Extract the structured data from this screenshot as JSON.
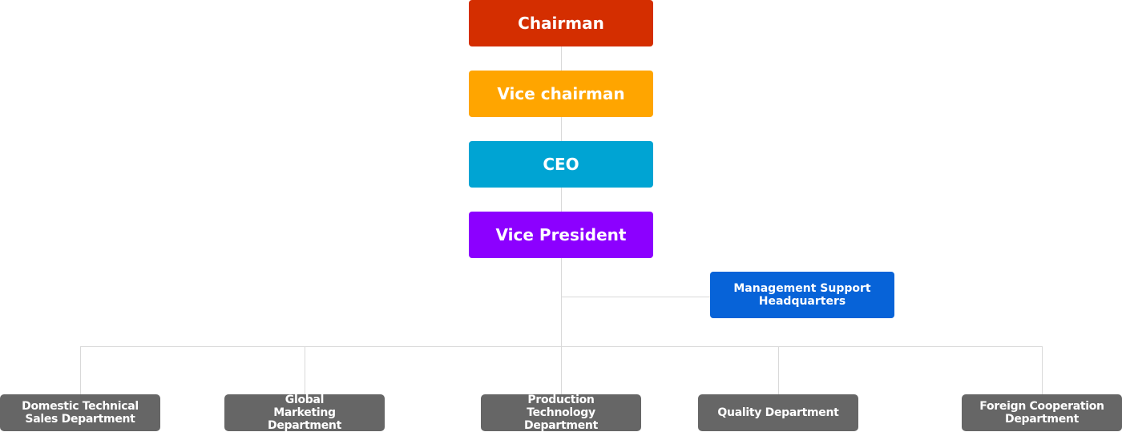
{
  "colors": {
    "chairman": "#d42e00",
    "vice_chairman": "#ffa500",
    "ceo": "#00a4d3",
    "vice_president": "#8c00ff",
    "management_support": "#0763d8",
    "department": "#666666",
    "connector": "#d9d9d9"
  },
  "executives": {
    "chairman": "Chairman",
    "vice_chairman": "Vice chairman",
    "ceo": "CEO",
    "vice_president": "Vice President"
  },
  "management_support": "Management Support Headquarters",
  "departments": [
    "Domestic Technical Sales Department",
    "Global Marketing Department",
    "Production Technology Department",
    "Quality Department",
    "Foreign Cooperation Department"
  ]
}
